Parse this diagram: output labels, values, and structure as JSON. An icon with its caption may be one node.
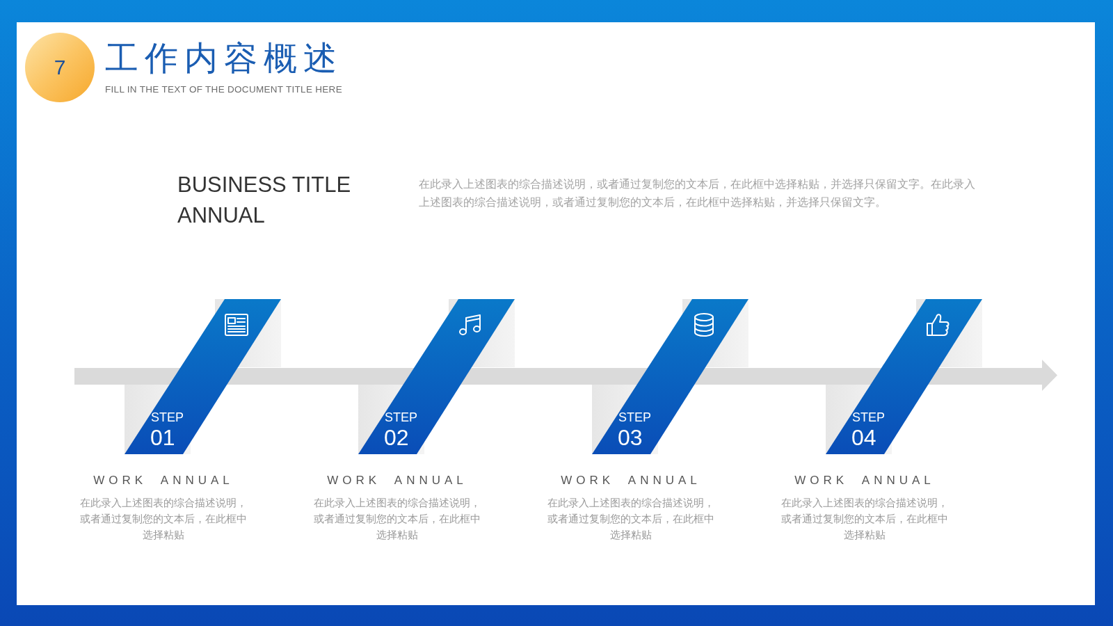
{
  "diagram": {
    "title": "工作内容概述",
    "nodes": [
      {
        "text": [
          "7"
        ]
      },
      {
        "text": [
          "STEP",
          "01"
        ],
        "beside": [
          "WORK ANNUAL",
          "在此录入上述图表的综合描述说明，或者通过复制您的文本后，在此框中选择粘贴"
        ]
      },
      {
        "text": [
          "STEP",
          "02"
        ],
        "beside": [
          "WORK ANNUAL",
          "在此录入上述图表的综合描述说明，或者通过复制您的文本后，在此框中选择粘贴"
        ]
      },
      {
        "text": [
          "STEP",
          "03"
        ],
        "beside": [
          "WORK ANNUAL",
          "在此录入上述图表的综合描述说明，或者通过复制您的文本后，在此框中选择粘贴"
        ]
      },
      {
        "text": [
          "STEP",
          "04"
        ],
        "beside": [
          "WORK ANNUAL",
          "在此录入上述图表的综合描述说明，或者通过复制您的文本后，在此框中选择粘贴"
        ]
      }
    ],
    "labels": [
      "FILL IN THE TEXT OF THE DOCUMENT TITLE HERE",
      "BUSINESS TITLE ANNUAL",
      "在此录入上述图表的综合描述说明，或者通过复制您的文本后，在此框中选择粘贴，并选择只保留文字。在此录入上述图表的综合描述说明，或者通过复制您的文本后，在此框中选择粘贴，并选择只保留文字。"
    ]
  }
}
